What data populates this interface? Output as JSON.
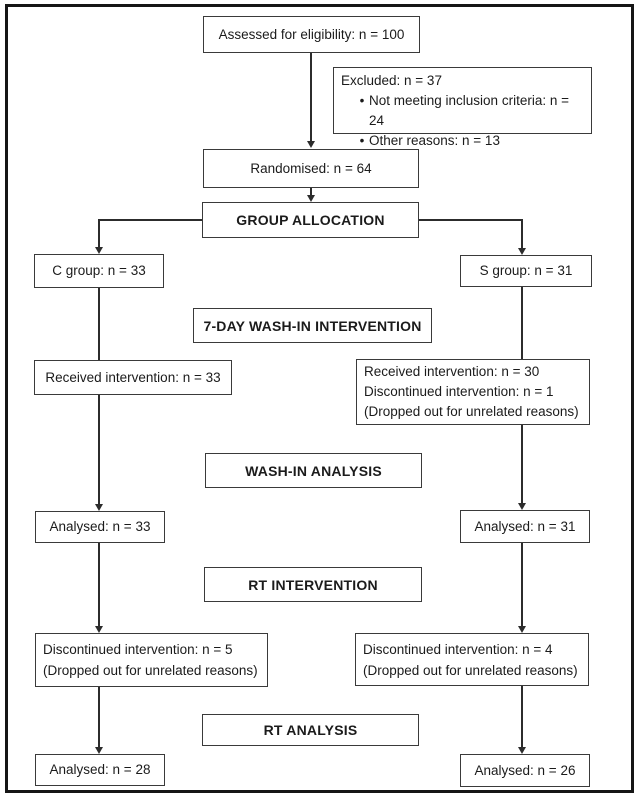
{
  "diagram": {
    "assessed": "Assessed for eligibility: n = 100",
    "excluded_title": "Excluded: n = 37",
    "bullet_glyph": "•",
    "excluded_bullet_1": "Not meeting inclusion criteria: n = 24",
    "excluded_bullet_2": "Other reasons: n = 13",
    "randomised": "Randomised: n = 64",
    "group_allocation": "GROUP ALLOCATION",
    "c_group": "C group: n = 33",
    "s_group": "S group: n = 31",
    "washin_intervention": "7-DAY WASH-IN INTERVENTION",
    "received_c": "Received intervention: n = 33",
    "received_s_line1": "Received intervention: n = 30",
    "received_s_line2": "Discontinued intervention: n = 1",
    "received_s_line3": "(Dropped out for unrelated reasons)",
    "washin_analysis": "WASH-IN ANALYSIS",
    "analysed_washin_c": "Analysed: n = 33",
    "analysed_washin_s": "Analysed: n = 31",
    "rt_intervention": "RT INTERVENTION",
    "discontinued_c_line1": "Discontinued intervention: n = 5",
    "discontinued_c_line2": "(Dropped out for unrelated reasons)",
    "discontinued_s_line1": "Discontinued intervention: n = 4",
    "discontinued_s_line2": "(Dropped out for unrelated reasons)",
    "rt_analysis": "RT ANALYSIS",
    "analysed_rt_c": "Analysed: n = 28",
    "analysed_rt_s": "Analysed: n = 26"
  },
  "colors": {
    "line": "#2c2c2c",
    "box_border": "#3a3a3a",
    "frame_border": "#161616",
    "text": "#1b1b1b",
    "background": "#ffffff"
  }
}
